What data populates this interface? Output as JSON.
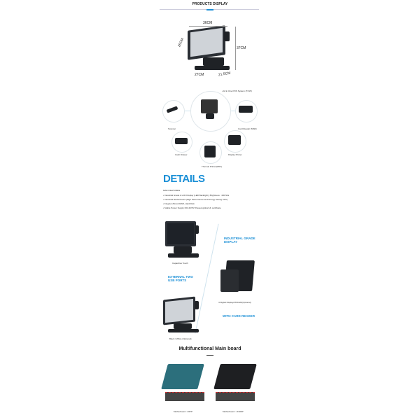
{
  "products_display": {
    "title": "PRODUCTS DISPLAY",
    "dims": {
      "width": "36CM",
      "depth": "26CM",
      "height": "37CM",
      "base": "27CM",
      "base_depth": "21.5CM"
    }
  },
  "peripherals": {
    "caption": "• All in One POS System (TX15)",
    "items": [
      "Scanner",
      "Card Reader (MSR)",
      "Cash Drawer",
      "Thermal Printer(WIFI)",
      "Display Printer"
    ]
  },
  "details": {
    "title": "DETAILS",
    "subtitle": "MAIN FEATURES",
    "bullets": [
      "Industrial Grade A LCD Display (LED Backlight), Brightness : 400 Nits",
      "Industrial Motherboard (High Performance and Energy Saving CPU)",
      "Kingston Brand RAM, Hard Disk",
      "Stable Power Supply DC12V/5V Passed global UL certificate"
    ]
  },
  "features": {
    "industrial": "INDUSTRIAL GRADE DISPLAY",
    "usb": "EXTERNAL TWO USB PORTS",
    "card": "WITH CARD READER",
    "cap1": "Capacitive Touch",
    "cap2": "4 Digital Display/VFD220(Optional)",
    "cap3": "Black / White (Optional)"
  },
  "mainboard": {
    "title": "Multifunctional Main board",
    "cap1": "Motherboard : H37P",
    "cap2": "Motherboard : J1900P"
  },
  "colors": {
    "accent": "#1a8fd6"
  }
}
